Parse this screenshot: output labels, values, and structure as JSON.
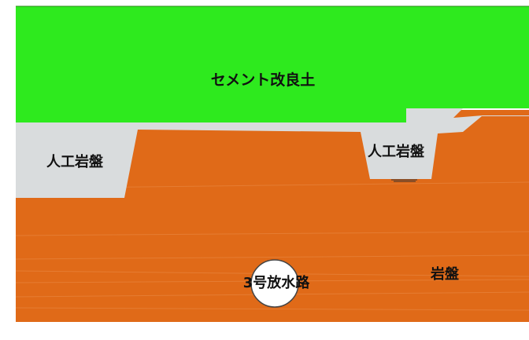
{
  "diagram": {
    "colors": {
      "cement": "#2EEA1E",
      "artificial_rock": "#D9DCDD",
      "bedrock": "#E06A18",
      "tunnel": "#FFFFFF"
    },
    "labels": {
      "cement_improved_soil": "セメント改良土",
      "artificial_rock_left": "人工岩盤",
      "artificial_rock_right": "人工岩盤",
      "bedrock": "岩盤",
      "discharge_channel": "3号放水路"
    }
  }
}
